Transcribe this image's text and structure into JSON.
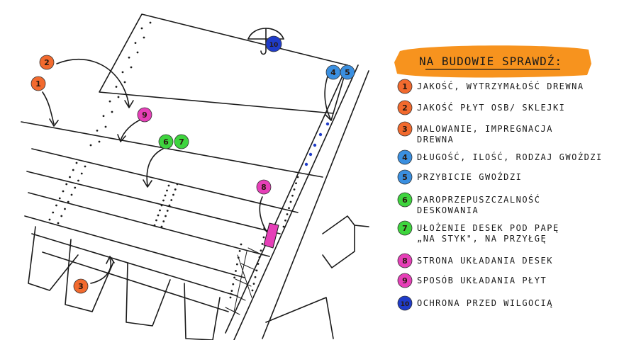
{
  "banner": {
    "title": "NA BUDOWIE SPRAWDŹ:",
    "color": "#f7931e"
  },
  "colors": {
    "orange": "#f26a2e",
    "blue": "#3a8fe0",
    "green": "#3ed43e",
    "magenta": "#e63fb8",
    "darkblue": "#1f3cc9"
  },
  "legend": [
    {
      "num": "1",
      "color": "orange",
      "lines": [
        "JAKOŚĆ, WYTRZYMAŁOŚĆ DREWNA"
      ]
    },
    {
      "num": "2",
      "color": "orange",
      "lines": [
        "JAKOŚĆ PŁYT OSB/ SKLEJKI"
      ]
    },
    {
      "num": "3",
      "color": "orange",
      "lines": [
        "MALOWANIE, IMPREGNACJA",
        "DREWNA"
      ]
    },
    {
      "num": "4",
      "color": "blue",
      "lines": [
        "DŁUGOŚĆ, ILOŚĆ, RODZAJ GWOŹDZI"
      ]
    },
    {
      "num": "5",
      "color": "blue",
      "lines": [
        "PRZYBICIE GWOŹDZI"
      ]
    },
    {
      "num": "6",
      "color": "green",
      "lines": [
        "PAROPRZEPUSZCZALNOŚĆ",
        "DESKOWANIA"
      ]
    },
    {
      "num": "7",
      "color": "green",
      "lines": [
        "UŁOŻENIE DESEK POD PAPĘ",
        "„NA STYK\", NA PRZYŁGĘ"
      ]
    },
    {
      "num": "8",
      "color": "magenta",
      "lines": [
        "STRONA UKŁADANIA DESEK"
      ]
    },
    {
      "num": "9",
      "color": "magenta",
      "lines": [
        "SPOSÓB UKŁADANIA PŁYT"
      ]
    },
    {
      "num": "10",
      "color": "darkblue",
      "lines": [
        "OCHRONA PRZED WILGOCIĄ"
      ]
    }
  ],
  "drawing_markers": [
    {
      "num": "2",
      "color": "orange"
    },
    {
      "num": "1",
      "color": "orange"
    },
    {
      "num": "9",
      "color": "magenta"
    },
    {
      "num": "6",
      "color": "green"
    },
    {
      "num": "7",
      "color": "green"
    },
    {
      "num": "4",
      "color": "blue"
    },
    {
      "num": "5",
      "color": "blue"
    },
    {
      "num": "10",
      "color": "darkblue"
    },
    {
      "num": "8",
      "color": "magenta"
    },
    {
      "num": "3",
      "color": "orange"
    }
  ],
  "icons": {
    "umbrella": "umbrella-icon"
  }
}
